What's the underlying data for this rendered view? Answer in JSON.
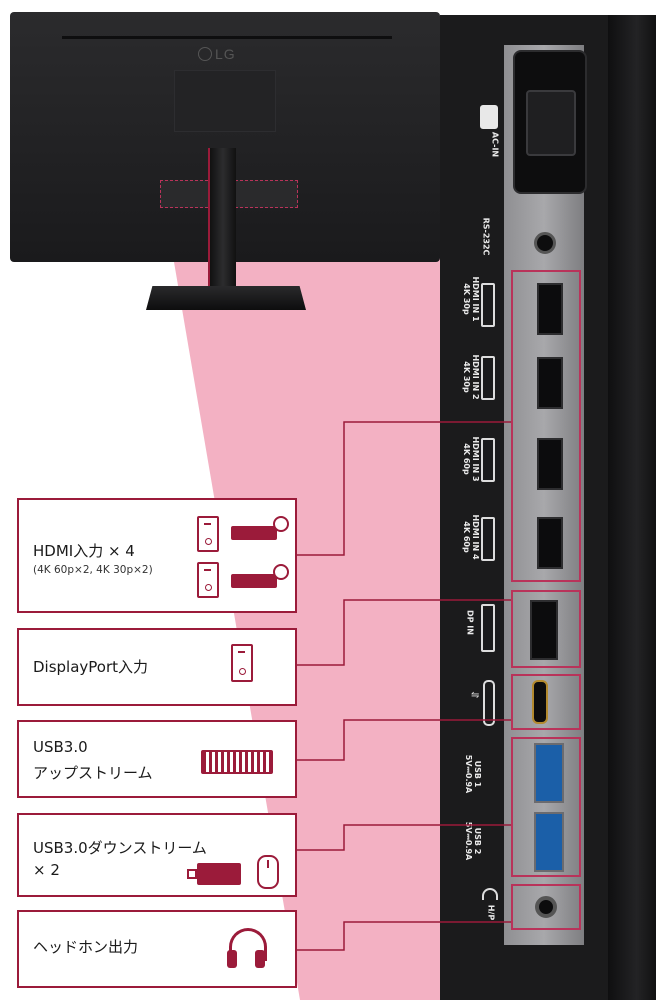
{
  "monitor": {
    "brand": "LG"
  },
  "ports": {
    "power": "AC-IN",
    "rs232c": "RS-232C",
    "hdmi1": "HDMI IN 1",
    "hdmi1_spec": "4K 30p",
    "hdmi2": "HDMI IN 2",
    "hdmi2_spec": "4K 30p",
    "hdmi3": "HDMI IN 3",
    "hdmi3_spec": "4K 60p",
    "hdmi4": "HDMI IN 4",
    "hdmi4_spec": "4K 60p",
    "dp": "DP IN",
    "usb1": "USB 1",
    "usb1_spec": "5V⎓0.9A",
    "usb2": "USB 2",
    "usb2_spec": "5V⎓0.9A",
    "hp": "H/P"
  },
  "features": [
    {
      "title": "HDMI入力 × 4",
      "sub": "(4K 60p×2, 4K 30p×2)"
    },
    {
      "title": "DisplayPort入力"
    },
    {
      "title": "USB3.0",
      "title2": "アップストリーム"
    },
    {
      "title": "USB3.0ダウンストリーム",
      "title2": "× 2"
    },
    {
      "title": "ヘッドホン出力"
    }
  ],
  "colors": {
    "accent": "#9b1b3a",
    "highlight": "#f2a9bc"
  }
}
